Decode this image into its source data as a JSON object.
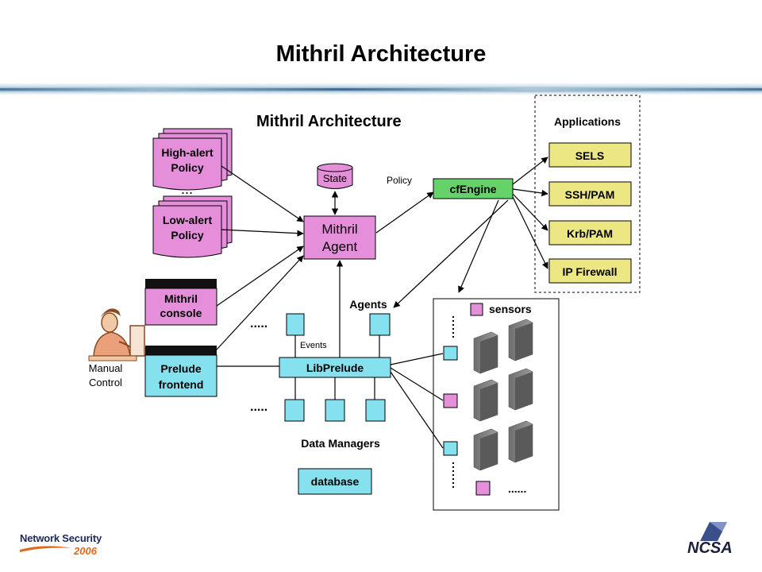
{
  "slide": {
    "title": "Mithril Architecture"
  },
  "diagram": {
    "heading": "Mithril Architecture",
    "high_alert_policy": [
      "High-alert",
      "Policy"
    ],
    "low_alert_policy": [
      "Low-alert",
      "Policy"
    ],
    "policy_ellipsis": "...",
    "mithril_console": [
      "Mithril",
      "console"
    ],
    "prelude_frontend": [
      "Prelude",
      "frontend"
    ],
    "manual_control": [
      "Manual",
      "Control"
    ],
    "state": "State",
    "policy_label": "Policy",
    "mithril_agent": [
      "Mithril",
      "Agent"
    ],
    "cfengine": "cfEngine",
    "applications": {
      "title": "Applications",
      "items": [
        "SELS",
        "SSH/PAM",
        "Krb/PAM",
        "IP Firewall"
      ]
    },
    "agents": "Agents",
    "events": "Events",
    "libprelude": "LibPrelude",
    "dots_upper": ".....",
    "dots_lower": ".....",
    "dots_sensors": "......",
    "data_managers": "Data Managers",
    "database": "database",
    "sensors": "sensors"
  },
  "colors": {
    "pink": "#e58fdb",
    "cyan": "#86e1ef",
    "green": "#66d36a",
    "yellow": "#ece783",
    "dark": "#111111"
  },
  "footer": {
    "network_security_logo": [
      "Network Security",
      "2006"
    ],
    "ncsa_logo": "NCSA"
  }
}
